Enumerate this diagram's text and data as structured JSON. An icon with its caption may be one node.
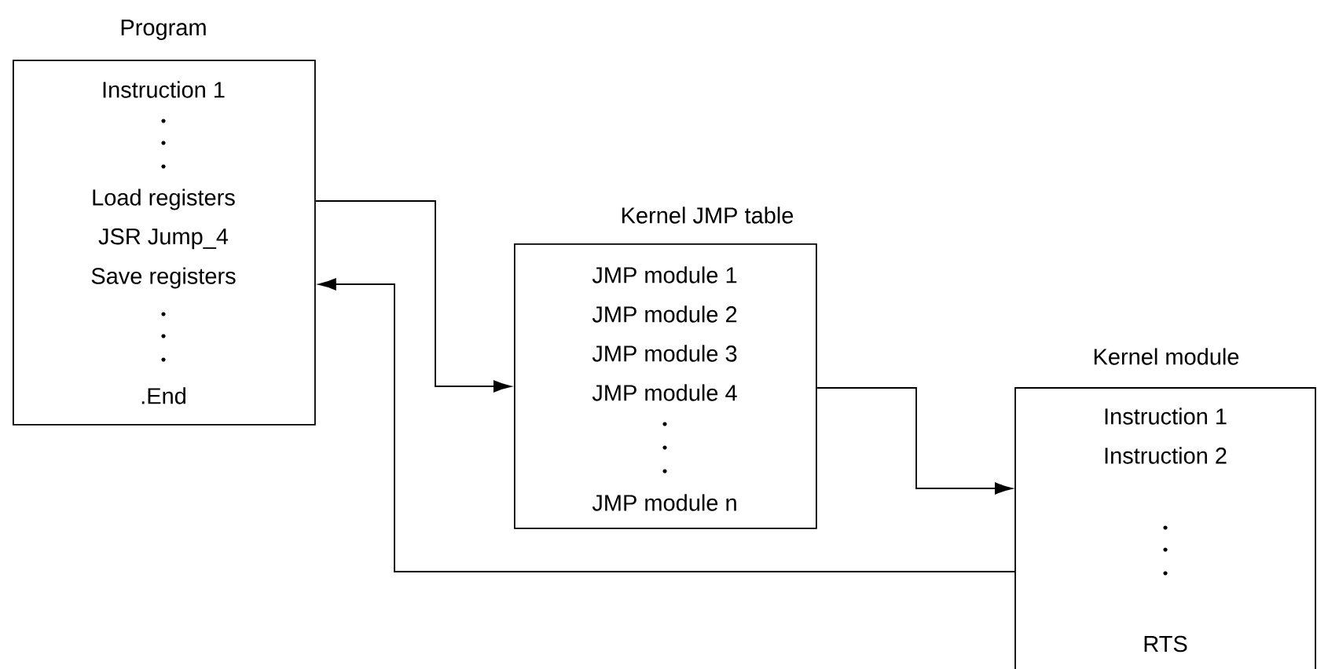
{
  "diagram": {
    "nodes": [
      {
        "text": [
          "Program",
          "Instruction 1",
          "Load registers",
          "JSR Jump_4",
          "Save registers",
          ".End"
        ]
      },
      {
        "text": [
          "Kernel JMP table",
          "JMP module 1",
          "JMP module 2",
          "JMP module 3",
          "JMP module 4",
          "JMP module n"
        ]
      },
      {
        "text": [
          "Kernel module",
          "Instruction 1",
          "Instruction 2",
          "RTS"
        ]
      }
    ],
    "edges": [
      {
        "from": 0,
        "to": 1,
        "arrow": "to"
      },
      {
        "from": 1,
        "to": 2,
        "arrow": "to"
      },
      {
        "from": 2,
        "to": 0,
        "arrow": "to"
      }
    ]
  }
}
